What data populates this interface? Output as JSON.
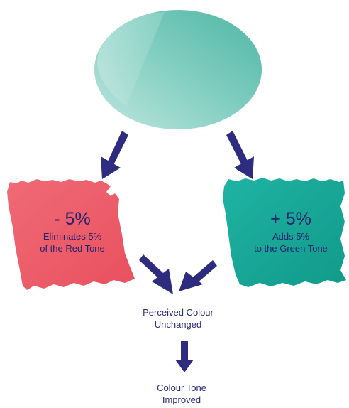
{
  "lens": {
    "icon": "lens-shape",
    "color_light": "#bfe6df",
    "color_dark": "#4fb5a5"
  },
  "red_card": {
    "value": "- 5%",
    "line1": "Eliminates 5%",
    "line2": "of the Red Tone",
    "color": "#ee5d6a"
  },
  "green_card": {
    "value": "+ 5%",
    "line1": "Adds 5%",
    "line2": "to the Green Tone",
    "color": "#19a898"
  },
  "perceived": {
    "line1": "Perceived Colour",
    "line2": "Unchanged"
  },
  "result": {
    "line1": "Colour Tone",
    "line2": "Improved"
  },
  "arrow_color": "#2e2c7e"
}
